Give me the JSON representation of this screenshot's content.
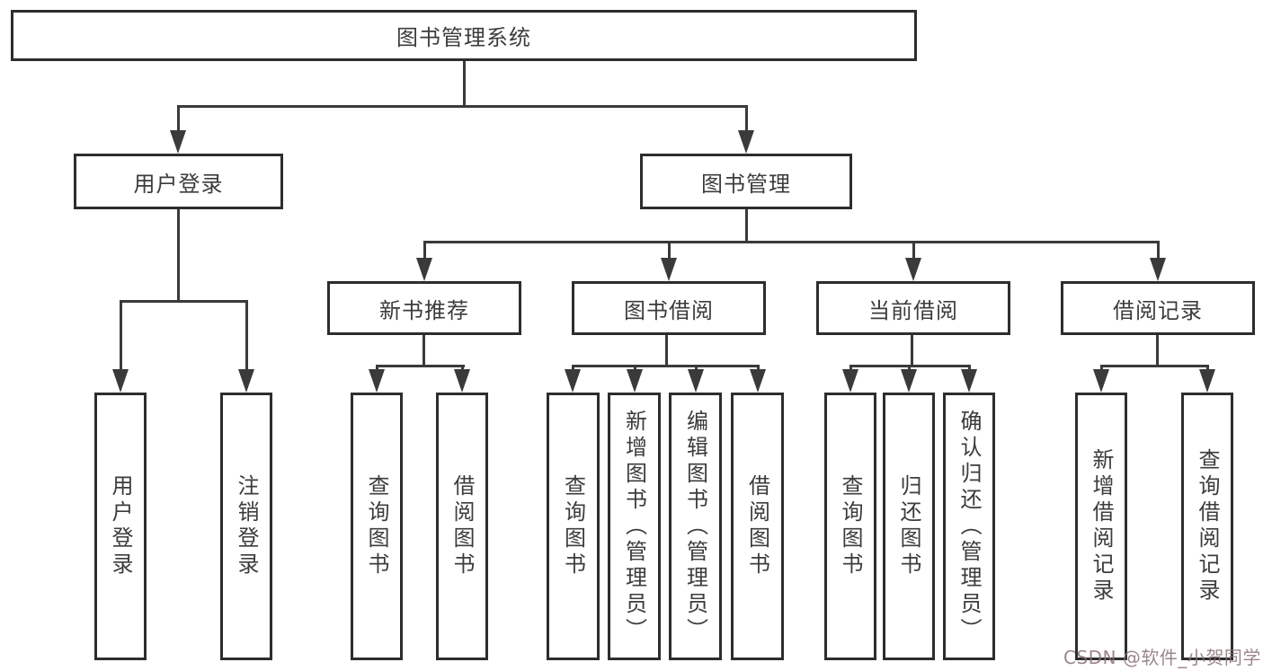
{
  "nodes": {
    "root": "图书管理系统",
    "user_login": "用户登录",
    "book_mgmt": "图书管理",
    "new_book": "新书推荐",
    "book_borrow": "图书借阅",
    "current_borrow": "当前借阅",
    "borrow_records": "借阅记录"
  },
  "leaves": {
    "login": "用户登录",
    "logout": "注销登录",
    "nb_query": "查询图书",
    "nb_borrow": "借阅图书",
    "bb_query": "查询图书",
    "bb_add": "新增图书（管理员）",
    "bb_edit": "编辑图书（管理员）",
    "bb_borrow": "借阅图书",
    "cb_query": "查询图书",
    "cb_return": "归还图书",
    "cb_confirm": "确认归还（管理员）",
    "br_add": "新增借阅记录",
    "br_query": "查询借阅记录"
  },
  "edges": [
    {
      "from": "图书管理系统",
      "to": "用户登录"
    },
    {
      "from": "图书管理系统",
      "to": "图书管理"
    },
    {
      "from": "用户登录",
      "to": "用户登录"
    },
    {
      "from": "用户登录",
      "to": "注销登录"
    },
    {
      "from": "图书管理",
      "to": "新书推荐"
    },
    {
      "from": "图书管理",
      "to": "图书借阅"
    },
    {
      "from": "图书管理",
      "to": "当前借阅"
    },
    {
      "from": "图书管理",
      "to": "借阅记录"
    },
    {
      "from": "新书推荐",
      "to": "查询图书"
    },
    {
      "from": "新书推荐",
      "to": "借阅图书"
    },
    {
      "from": "图书借阅",
      "to": "查询图书"
    },
    {
      "from": "图书借阅",
      "to": "新增图书（管理员）"
    },
    {
      "from": "图书借阅",
      "to": "编辑图书（管理员）"
    },
    {
      "from": "图书借阅",
      "to": "借阅图书"
    },
    {
      "from": "当前借阅",
      "to": "查询图书"
    },
    {
      "from": "当前借阅",
      "to": "归还图书"
    },
    {
      "from": "当前借阅",
      "to": "确认归还（管理员）"
    },
    {
      "from": "借阅记录",
      "to": "新增借阅记录"
    },
    {
      "from": "借阅记录",
      "to": "查询借阅记录"
    }
  ],
  "watermark": {
    "text": "CSDN @软件_小贺同学",
    "color": "#8d7276"
  },
  "colors": {
    "line": "#3a3a3a",
    "box_border": "#2d2d2d",
    "text": "#3c3c3c",
    "background": "#ffffff"
  }
}
